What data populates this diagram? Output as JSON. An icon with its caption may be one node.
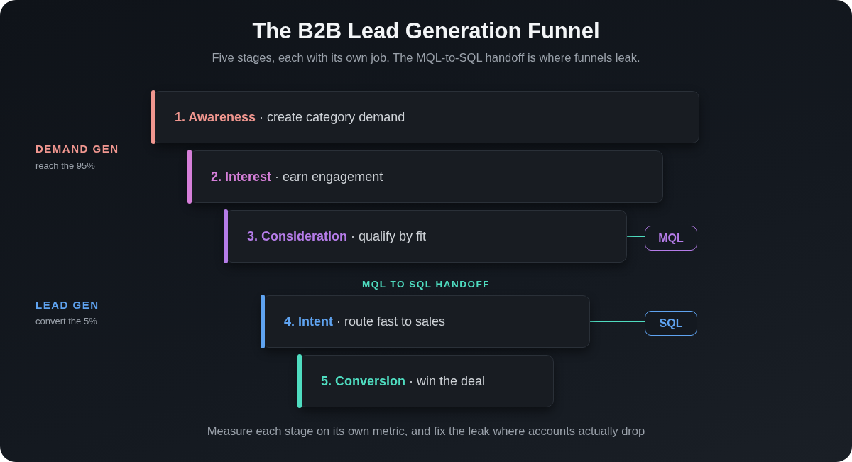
{
  "diagram": {
    "title": "The B2B Lead Generation Funnel",
    "caption": "Measure each stage on its own metric, and fix the leak where accounts actually drop",
    "nodes": [
      {
        "text": [
          "**1. Awareness** · create category demand"
        ]
      },
      {
        "text": [
          "**2. Interest** · earn engagement"
        ]
      },
      {
        "text": [
          "**3. Consideration** · qualify by fit"
        ]
      },
      {
        "text": [
          "**4. Intent** · route fast to sales"
        ]
      },
      {
        "text": [
          "**5. Conversion** · win the deal"
        ]
      },
      {
        "text": [
          "MQL"
        ]
      },
      {
        "text": [
          "SQL"
        ]
      }
    ],
    "edges": [
      {
        "from": 2,
        "to": 5,
        "arrow": "none"
      },
      {
        "from": 3,
        "to": 6,
        "arrow": "none"
      }
    ],
    "labels": [
      "Five stages, each with its own job. The MQL-to-SQL handoff is where funnels leak.",
      "DEMAND GEN",
      "reach the 95%",
      "MQL TO SQL HANDOFF",
      "LEAD GEN",
      "convert the 5%"
    ]
  }
}
